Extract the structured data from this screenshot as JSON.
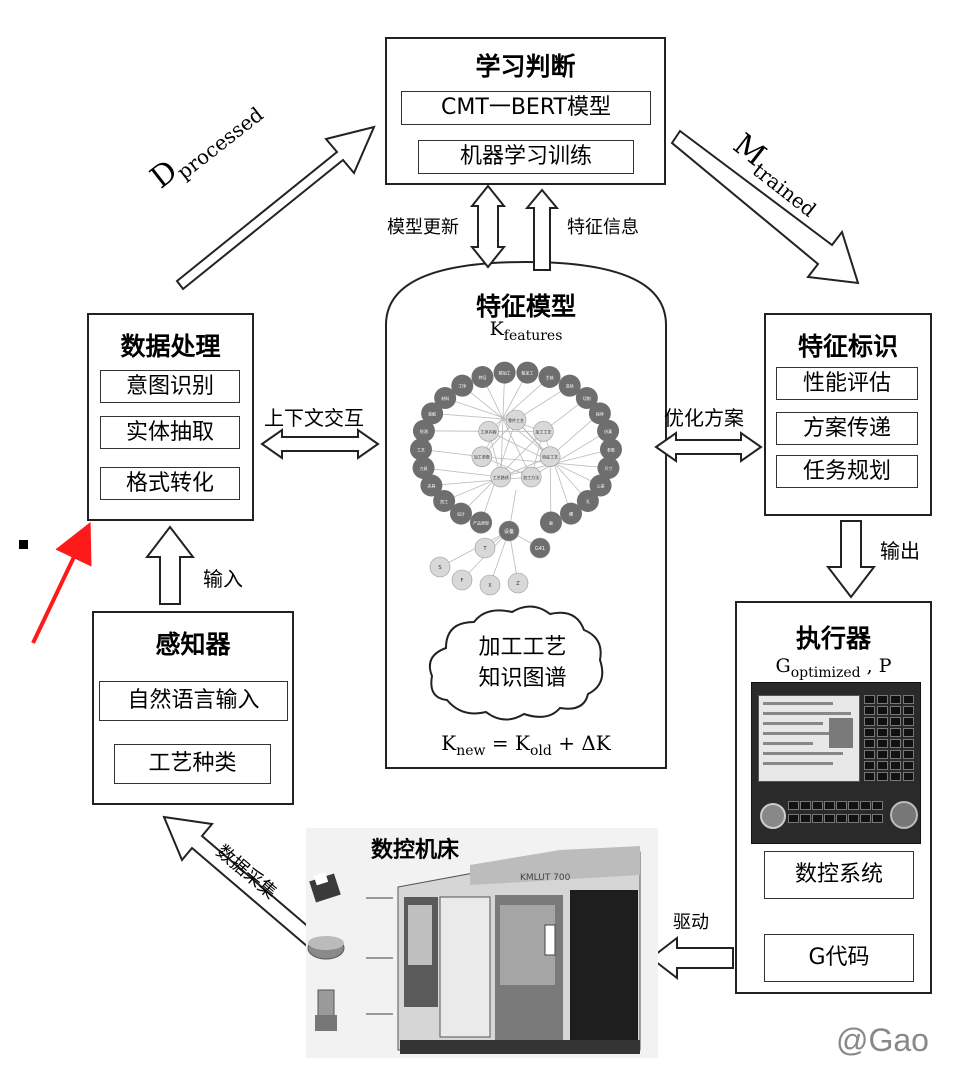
{
  "learning": {
    "title": "学习判断",
    "model": "CMT一BERT模型",
    "training": "机器学习训练"
  },
  "data_processing": {
    "title": "数据处理",
    "items": [
      "意图识别",
      "实体抽取",
      "格式转化"
    ]
  },
  "feature_model": {
    "title": "特征模型",
    "k_base": "K",
    "k_sub": "features",
    "cloud": [
      "加工工艺",
      "知识图谱"
    ],
    "formula": {
      "k_new": "K",
      "new_sub": "new",
      "eq": " = ",
      "k_old": "K",
      "old_sub": "old",
      "plus": " + ΔK"
    }
  },
  "feature_marking": {
    "title": "特征标识",
    "items": [
      "性能评估",
      "方案传递",
      "任务规划"
    ]
  },
  "perceiver": {
    "title": "感知器",
    "items": [
      "自然语言输入",
      "工艺种类"
    ]
  },
  "executor": {
    "title": "执行器",
    "g_base": "G",
    "g_sub": "optimized",
    "g_suffix": " , P",
    "items": [
      "数控系统",
      "G代码"
    ]
  },
  "machine": {
    "title": "数控机床",
    "brand_text": "KMLUT 700"
  },
  "arrows": {
    "d_base": "D",
    "d_sub": "processed",
    "m_base": "M",
    "m_sub": "trained",
    "model_update": "模型更新",
    "feature_info": "特征信息",
    "context": "上下文交互",
    "optimize": "优化方案",
    "output": "输出",
    "input": "输入",
    "drive": "驱动",
    "data_collect": "数据采集"
  },
  "watermark": "@Gao",
  "graph_nodes": [
    "产品原型",
    "设计",
    "加工",
    "夹具",
    "刀具",
    "工艺",
    "检测",
    "装配",
    "材料",
    "工序",
    "特征",
    "精加工",
    "粗加工",
    "主轴",
    "进给",
    "切削",
    "程序",
    "仿真",
    "参数",
    "尺寸",
    "公差",
    "孔",
    "槽",
    "面"
  ],
  "graph_center_labels": [
    "零件工艺",
    "加工工艺",
    "特征工艺",
    "加工方法",
    "工艺路线",
    "加工参数",
    "工序内容"
  ],
  "graph_bottom_labels": [
    "设备",
    "G41",
    "T",
    "S",
    "F",
    "X",
    "Z"
  ],
  "colors": {
    "arrow_red": "#ff1a1a",
    "node_dark": "#6e6e6e",
    "node_mid": "#a8a8a8",
    "node_light": "#d8d8d8"
  }
}
